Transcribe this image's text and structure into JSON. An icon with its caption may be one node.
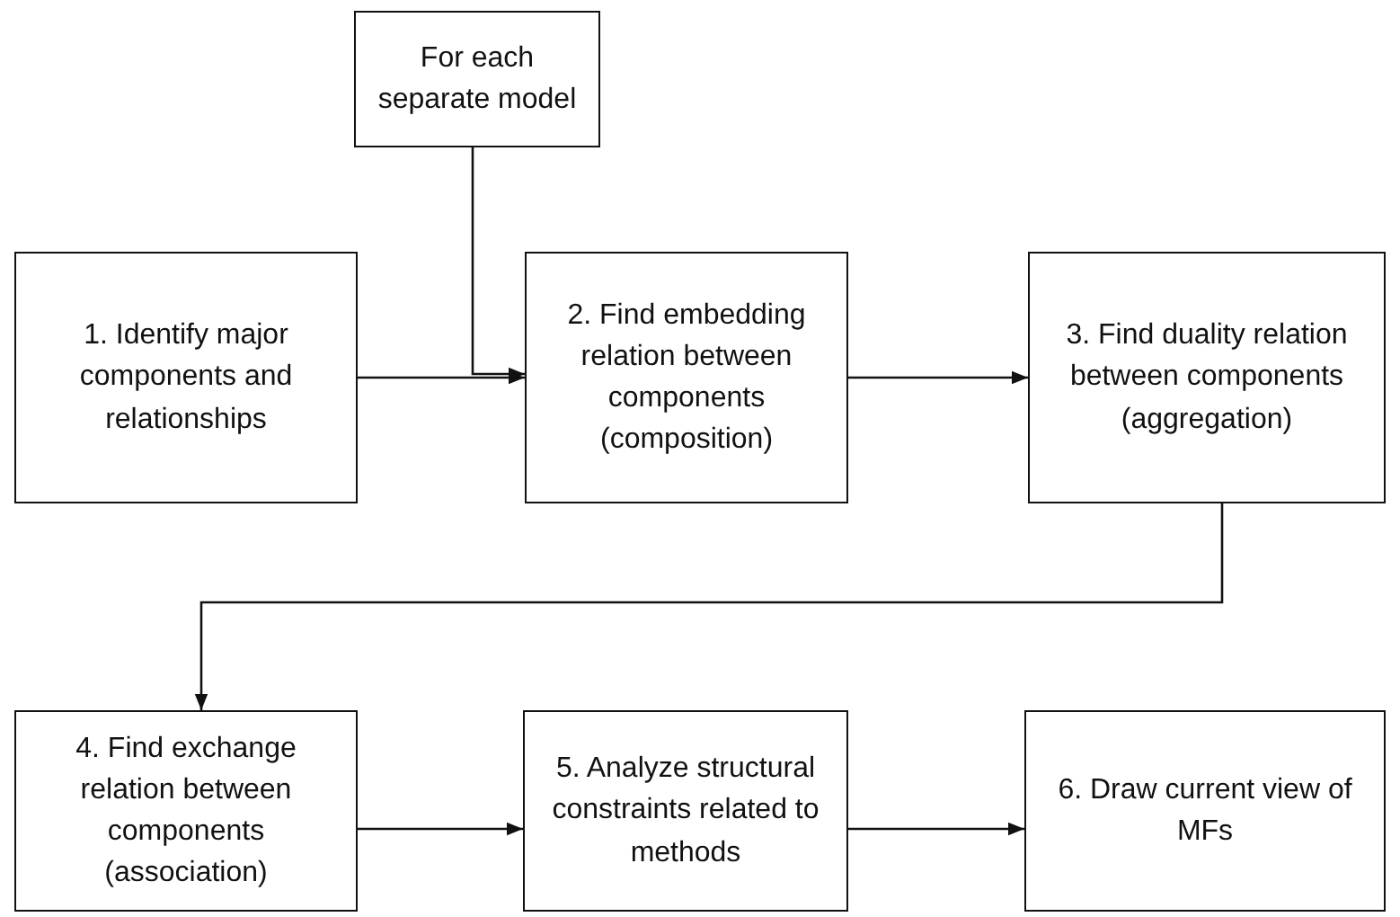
{
  "diagram": {
    "nodes": [
      {
        "text": [
          "For each separate model"
        ]
      },
      {
        "text": [
          "1. Identify major components and relationships"
        ]
      },
      {
        "text": [
          "2. Find embedding relation between components (composition)"
        ]
      },
      {
        "text": [
          "3. Find duality relation between components (aggregation)"
        ]
      },
      {
        "text": [
          "4. Find exchange relation between components (association)"
        ]
      },
      {
        "text": [
          "5. Analyze structural constraints related to methods"
        ]
      },
      {
        "text": [
          "6. Draw current view of MFs"
        ]
      }
    ],
    "edges": [
      {
        "from": 1,
        "to": 2,
        "arrow": "to"
      },
      {
        "from": 0,
        "to": 2,
        "arrow": "to"
      },
      {
        "from": 2,
        "to": 3,
        "arrow": "to"
      },
      {
        "from": 3,
        "to": 4,
        "arrow": "to"
      },
      {
        "from": 4,
        "to": 5,
        "arrow": "to"
      },
      {
        "from": 5,
        "to": 6,
        "arrow": "to"
      }
    ]
  }
}
